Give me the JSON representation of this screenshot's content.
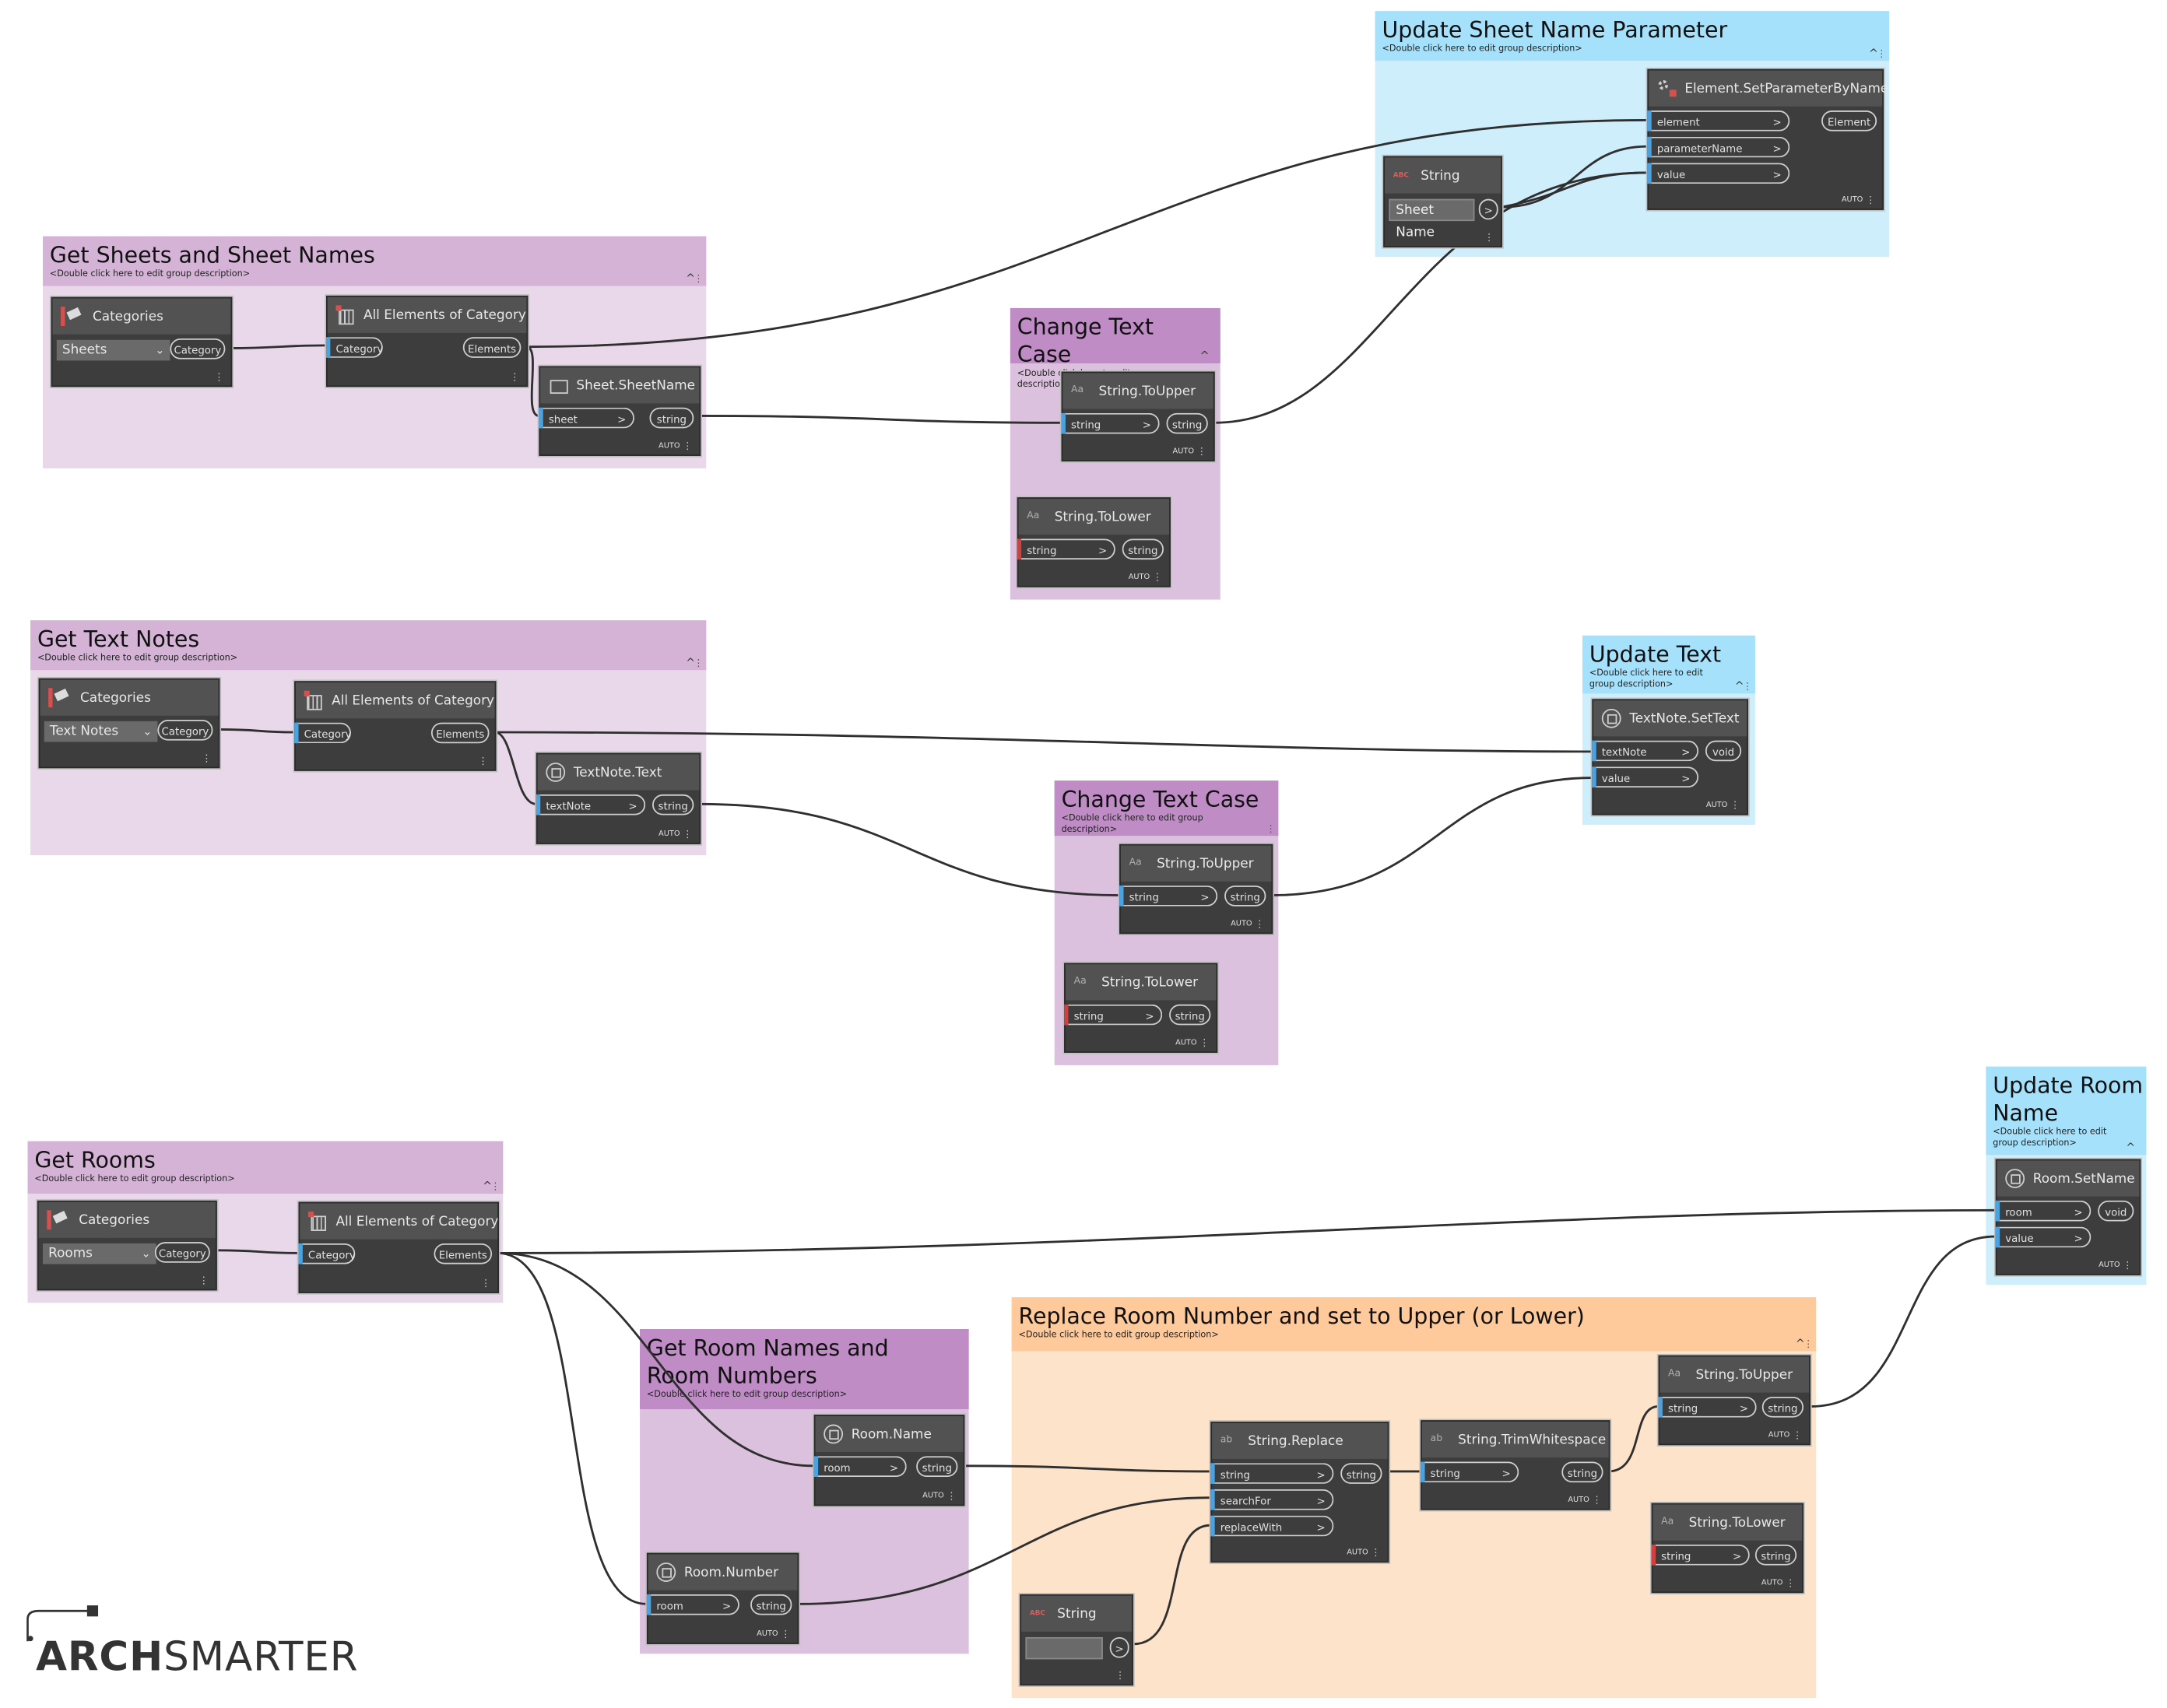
{
  "groups": {
    "get_sheets": {
      "title": "Get Sheets and Sheet Names",
      "desc": "<Double click here to edit group description>"
    },
    "change_case_1": {
      "title": "Change Text Case",
      "desc": "<Double click here to edit group description>"
    },
    "update_sheet": {
      "title": "Update Sheet Name Parameter",
      "desc": "<Double click here to edit group description>"
    },
    "get_text_notes": {
      "title": "Get Text Notes",
      "desc": "<Double click here to edit group description>"
    },
    "change_case_2": {
      "title": "Change Text Case",
      "desc": "<Double click here to edit group description>"
    },
    "update_text": {
      "title": "Update Text",
      "desc": "<Double click here to edit group description>"
    },
    "get_rooms": {
      "title": "Get Rooms",
      "desc": "<Double click here to edit group description>"
    },
    "get_room_names": {
      "title": "Get Room Names and Room Numbers",
      "desc": "<Double click here to edit group description>"
    },
    "replace_room": {
      "title": "Replace Room Number and set to Upper (or Lower)",
      "desc": "<Double click here to edit group description>"
    },
    "update_room": {
      "title": "Update Room Name",
      "desc": "<Double click here to edit group description>"
    }
  },
  "nodes": {
    "cat1": {
      "title": "Categories",
      "value": "Sheets",
      "out": "Category"
    },
    "aeoc1": {
      "title": "All Elements of Category",
      "in": "Category",
      "out": "Elements"
    },
    "sheetname": {
      "title": "Sheet.SheetName",
      "in": "sheet",
      "out": "string"
    },
    "upper1": {
      "title": "String.ToUpper",
      "in": "string",
      "out": "string"
    },
    "lower1": {
      "title": "String.ToLower",
      "in": "string",
      "out": "string"
    },
    "setparam": {
      "title": "Element.SetParameterByName",
      "in1": "element",
      "in2": "parameterName",
      "in3": "value",
      "out": "Element"
    },
    "string1": {
      "title": "String",
      "value": "Sheet Name",
      "out": ">"
    },
    "cat2": {
      "title": "Categories",
      "value": "Text Notes",
      "out": "Category"
    },
    "aeoc2": {
      "title": "All Elements of Category",
      "in": "Category",
      "out": "Elements"
    },
    "textnotetext": {
      "title": "TextNote.Text",
      "in": "textNote",
      "out": "string"
    },
    "upper2": {
      "title": "String.ToUpper",
      "in": "string",
      "out": "string"
    },
    "lower2": {
      "title": "String.ToLower",
      "in": "string",
      "out": "string"
    },
    "settext": {
      "title": "TextNote.SetText",
      "in1": "textNote",
      "in2": "value",
      "out": "void"
    },
    "cat3": {
      "title": "Categories",
      "value": "Rooms",
      "out": "Category"
    },
    "aeoc3": {
      "title": "All Elements of Category",
      "in": "Category",
      "out": "Elements"
    },
    "roomname": {
      "title": "Room.Name",
      "in": "room",
      "out": "string"
    },
    "roomnumber": {
      "title": "Room.Number",
      "in": "room",
      "out": "string"
    },
    "replace": {
      "title": "String.Replace",
      "in1": "string",
      "in2": "searchFor",
      "in3": "replaceWith",
      "out": "string"
    },
    "trim": {
      "title": "String.TrimWhitespace",
      "in": "string",
      "out": "string"
    },
    "upper3": {
      "title": "String.ToUpper",
      "in": "string",
      "out": "string"
    },
    "lower3": {
      "title": "String.ToLower",
      "in": "string",
      "out": "string"
    },
    "string2": {
      "title": "String",
      "value": "",
      "out": ">"
    },
    "setname": {
      "title": "Room.SetName",
      "in1": "room",
      "in2": "value",
      "out": "void"
    }
  },
  "common": {
    "auto": "AUTO",
    "caret": "^",
    "gt": ">",
    "chev": "⌄",
    "dots": "⋮"
  },
  "logo": {
    "bold": "ARCH",
    "rest": "SMARTER"
  },
  "icons": [
    "tag-icon",
    "grid-icon",
    "sheet-icon",
    "text-case-icon",
    "gear-icon",
    "abc-icon",
    "circle-node-icon"
  ],
  "colors": {
    "purple_group": "#e9d7ea",
    "violet_group": "#dcc1df",
    "blue_group": "#cfeefc",
    "orange_group": "#fde3c9",
    "node_body": "#3d3d3d",
    "node_header": "#525252",
    "port_blue": "#4aa3e0",
    "port_red": "#d34040"
  }
}
